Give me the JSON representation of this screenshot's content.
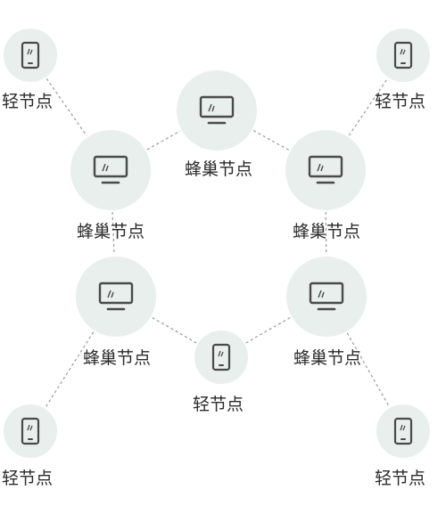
{
  "colors": {
    "circle_fill": "#e9efed",
    "icon_stroke": "#4a4a4a",
    "link_stroke": "#9a9a9a",
    "text": "#2b2b2b"
  },
  "nodes": [
    {
      "id": "light-top-left",
      "type": "light",
      "label": "轻节点",
      "icon": "tablet-icon"
    },
    {
      "id": "light-top-right",
      "type": "light",
      "label": "轻节点",
      "icon": "tablet-icon"
    },
    {
      "id": "hive-top-center",
      "type": "hive",
      "label": "蜂巢节点",
      "icon": "monitor-icon"
    },
    {
      "id": "hive-upper-left",
      "type": "hive",
      "label": "蜂巢节点",
      "icon": "monitor-icon"
    },
    {
      "id": "hive-upper-right",
      "type": "hive",
      "label": "蜂巢节点",
      "icon": "monitor-icon"
    },
    {
      "id": "hive-lower-left",
      "type": "hive",
      "label": "蜂巢节点",
      "icon": "monitor-icon"
    },
    {
      "id": "hive-lower-right",
      "type": "hive",
      "label": "蜂巢节点",
      "icon": "monitor-icon"
    },
    {
      "id": "light-center-bottom",
      "type": "light",
      "label": "轻节点",
      "icon": "tablet-icon"
    },
    {
      "id": "light-bottom-left",
      "type": "light",
      "label": "轻节点",
      "icon": "tablet-icon"
    },
    {
      "id": "light-bottom-right",
      "type": "light",
      "label": "轻节点",
      "icon": "tablet-icon"
    }
  ],
  "links": [
    [
      "light-top-left",
      "hive-upper-left"
    ],
    [
      "hive-upper-left",
      "hive-top-center"
    ],
    [
      "hive-top-center",
      "hive-upper-right"
    ],
    [
      "hive-upper-right",
      "light-top-right"
    ],
    [
      "hive-upper-left",
      "hive-lower-left"
    ],
    [
      "hive-upper-right",
      "hive-lower-right"
    ],
    [
      "hive-lower-left",
      "light-center-bottom"
    ],
    [
      "light-center-bottom",
      "hive-lower-right"
    ],
    [
      "hive-lower-left",
      "light-bottom-left"
    ],
    [
      "hive-lower-right",
      "light-bottom-right"
    ]
  ]
}
